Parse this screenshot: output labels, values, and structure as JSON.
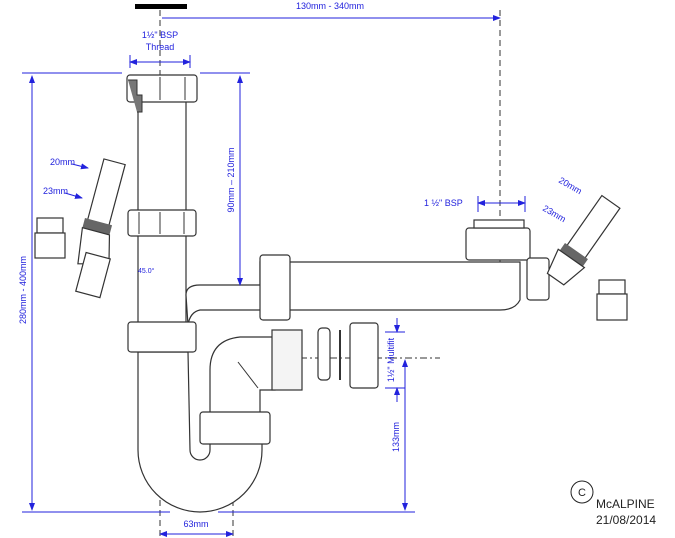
{
  "dimensions": {
    "tail_offset": "130mm - 340mm",
    "inlet_thread_line1": "1½\" BSP",
    "inlet_thread_line2": "Thread",
    "hose_left_outer": "20mm",
    "hose_left_inner": "23mm",
    "hose_right_outer": "20mm",
    "hose_right_inner": "23mm",
    "height_adjust": "90mm – 210mm",
    "overall_height": "280mm - 400mm",
    "angle": "45.0°",
    "right_bsp": "1 ½\" BSP",
    "multifit": "1½\" Multifit",
    "outlet_height": "133mm",
    "trap_offset": "63mm"
  },
  "credits": {
    "copyright_symbol": "C",
    "brand": "McALPINE",
    "date": "21/08/2014"
  },
  "colors": {
    "dimension": "#2222dd",
    "drawing": "#333333"
  }
}
